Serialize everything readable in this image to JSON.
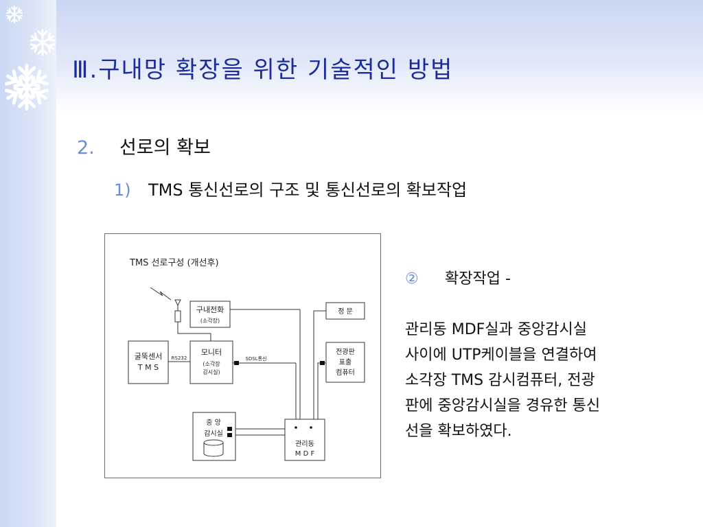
{
  "slide": {
    "title": "Ⅲ.구내망 확장을 위한 기술적인 방법",
    "level1": {
      "num": "2.",
      "text": "선로의 확보"
    },
    "level2": {
      "num": "1)",
      "text": "TMS 통신선로의 구조 및 통신선로의 확보작업"
    }
  },
  "diagram": {
    "title": "TMS 선로구성 (개선후)",
    "phone": {
      "line1": "구내전화",
      "line2": "(소각장)"
    },
    "sensor": {
      "line1": "굴뚝센서",
      "line2": "T M S"
    },
    "rs232": "RS232",
    "monitor": {
      "line1": "모니터",
      "line2": "(소각장",
      "line3": "감시실)"
    },
    "sdsl": "SDSL통신",
    "gate": "정 문",
    "board": {
      "line1": "전광판",
      "line2": "표출",
      "line3": "컴퓨터"
    },
    "central": {
      "line1": "중 앙",
      "line2": "감시실"
    },
    "mdf": {
      "line1": "관리동",
      "line2": "M D F"
    }
  },
  "note": {
    "num": "②",
    "label": "확장작업 -",
    "lines": [
      "관리동 MDF실과 중앙감시실",
      "사이에 UTP케이블을 연결하여",
      "소각장 TMS 감시컴퓨터, 전광",
      "판에 중앙감시실을 경유한 통신",
      "선을 확보하였다."
    ]
  },
  "colors": {
    "title": "#1c2c9c",
    "bullet": "#6b8ad8",
    "band": "#c9d8f4"
  },
  "icons": [
    "snowflake-icon"
  ]
}
